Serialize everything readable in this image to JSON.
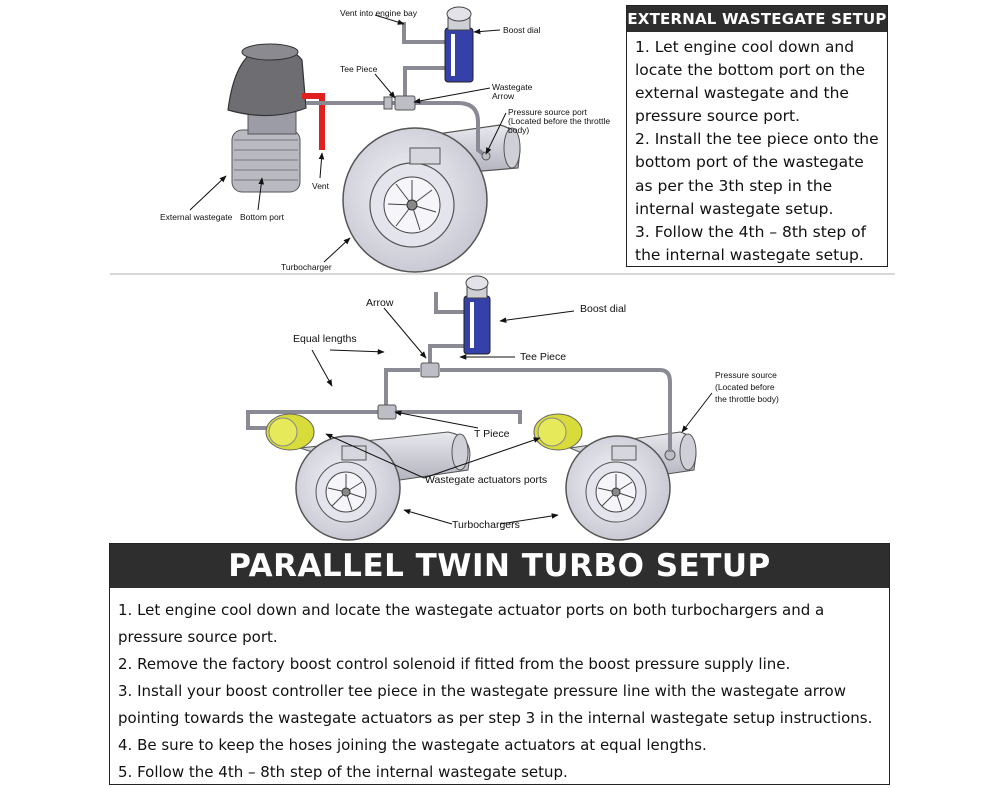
{
  "external": {
    "heading": "EXTERNAL WASTEGATE SETUP",
    "steps": [
      "1. Let engine cool down and locate the bottom port on the external wastegate and the pressure source port.",
      "2. Install the tee piece onto the bottom port of the wastegate as per the 3th step in the internal wastegate setup.",
      "3. Follow the 4th – 8th step of the internal wastegate setup."
    ],
    "labels": {
      "vent_engine_bay": "Vent into engine bay",
      "boost_dial": "Boost dial",
      "tee_piece": "Tee Piece",
      "wastegate_arrow_1": "Wastegate",
      "wastegate_arrow_2": "Arrow",
      "pressure_source_1": "Pressure source port",
      "pressure_source_2": "(Located before the throttle",
      "pressure_source_3": "body)",
      "vent": "Vent",
      "external_wastegate": "External wastegate",
      "bottom_port": "Bottom port",
      "turbocharger": "Turbocharger"
    }
  },
  "twin": {
    "heading": "PARALLEL TWIN TURBO SETUP",
    "steps": [
      "1. Let engine cool down and locate the wastegate actuator ports on both turbochargers and a pressure source port.",
      "2. Remove the factory boost control solenoid if fitted from the boost pressure supply line.",
      "3. Install your boost controller tee piece in the wastegate pressure line with the wastegate arrow pointing towards the wastegate actuators as per step 3 in the internal wastegate setup instructions.",
      "4. Be sure to keep the hoses joining the wastegate actuators at equal lengths.",
      "5. Follow the 4th – 8th step of the internal wastegate setup."
    ],
    "labels": {
      "arrow": "Arrow",
      "boost_dial": "Boost dial",
      "equal_lengths": "Equal lengths",
      "tee_piece": "Tee Piece",
      "pressure_source_1": "Pressure source",
      "pressure_source_2": "(Located before",
      "pressure_source_3": "the throttle body)",
      "t_piece": "T Piece",
      "actuator_ports": "Wastegate actuators ports",
      "turbochargers": "Turbochargers"
    }
  },
  "colors": {
    "header_bg": "#2e2e2e",
    "vent_red": "#e0201e",
    "actuator_yellow": "#d8dc3a",
    "controller_blue": "#3540a8",
    "turbo_gray": "#dcdce6"
  }
}
